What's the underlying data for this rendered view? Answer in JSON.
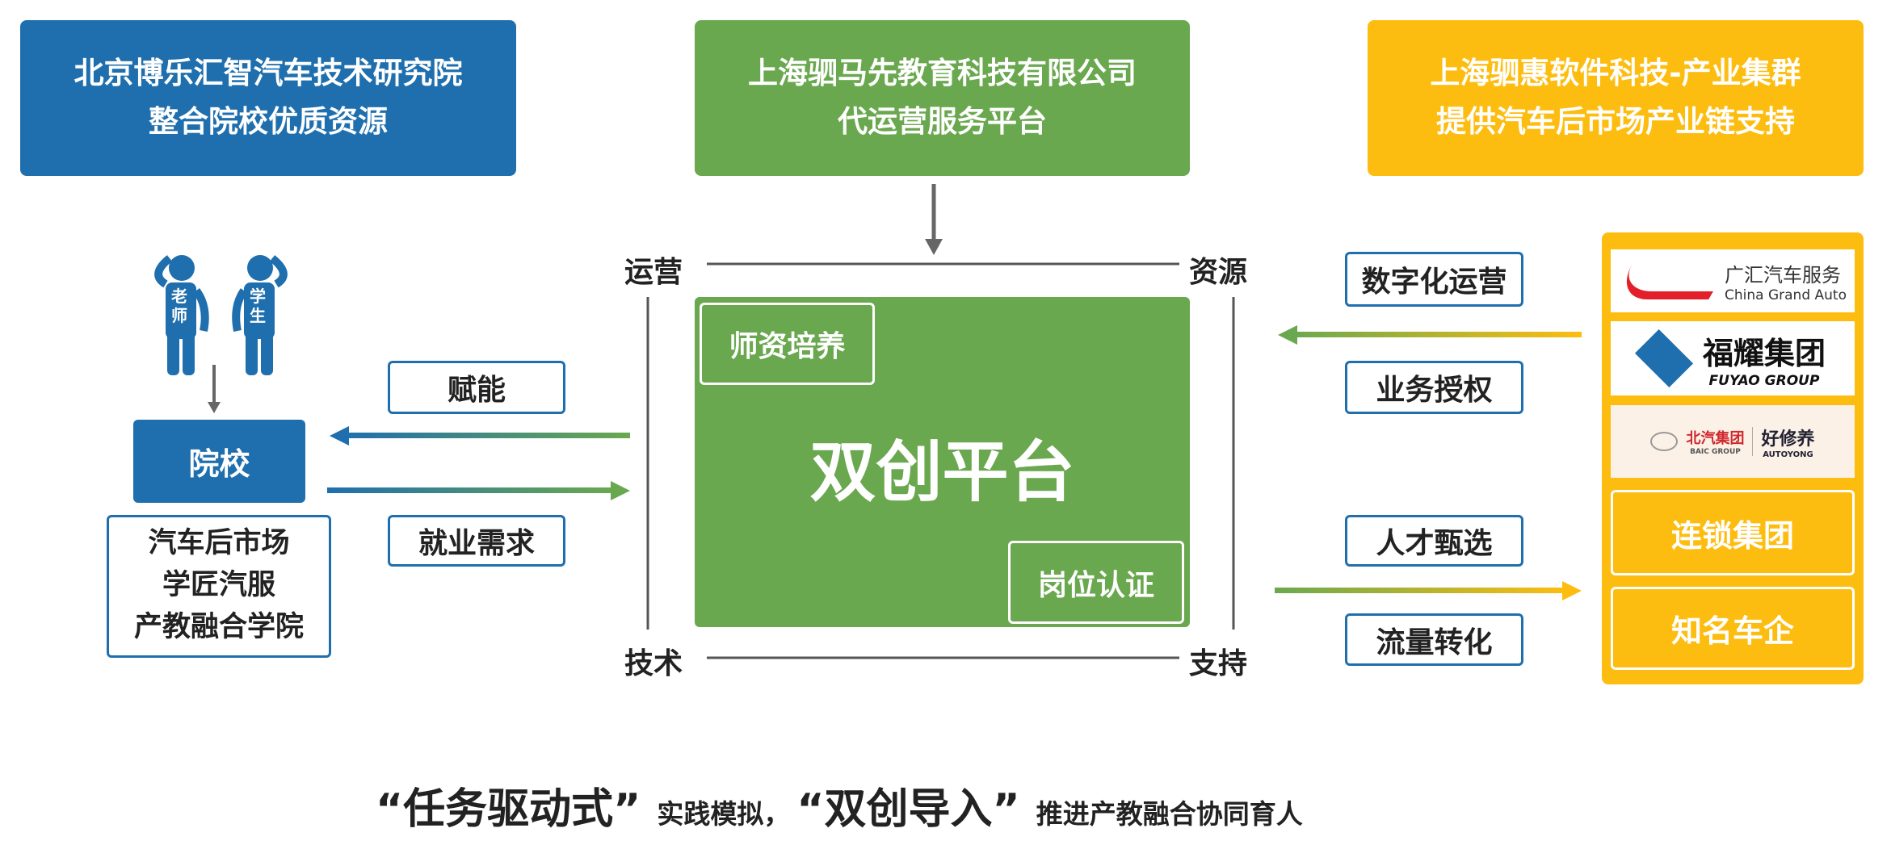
{
  "colors": {
    "blue": "#1f6fae",
    "green": "#6aa84f",
    "yellow": "#fdbd10"
  },
  "top_boxes": [
    {
      "line1": "北京博乐汇智汽车技术研究院",
      "line2": "整合院校优质资源"
    },
    {
      "line1": "上海驷马先教育科技有限公司",
      "line2": "代运营服务平台"
    },
    {
      "line1": "上海驷惠软件科技-产业集群",
      "line2": "提供汽车后市场产业链支持"
    }
  ],
  "corners": {
    "tl": "运营",
    "tr": "资源",
    "bl": "技术",
    "br": "支持"
  },
  "platform": {
    "title": "双创平台",
    "tag1": "师资培养",
    "tag2": "岗位认证"
  },
  "left": {
    "teacher": "老师",
    "student": "学生",
    "school": "院校",
    "info": [
      "汽车后市场",
      "学匠汽服",
      "产教融合学院"
    ],
    "empower": "赋能",
    "demand": "就业需求"
  },
  "right": {
    "labels": [
      "数字化运营",
      "业务授权",
      "人才甄选",
      "流量转化"
    ],
    "logos": [
      {
        "cn": "广汇汽车服务",
        "en": "China Grand Auto"
      },
      {
        "cn": "福耀集团",
        "en": "FUYAO GROUP"
      },
      {
        "cn": "北汽集团",
        "en": "BAIC GROUP",
        "cn2": "好修养",
        "en2": "AUTOYONG"
      }
    ],
    "groups": [
      "连锁集团",
      "知名车企"
    ]
  },
  "footer": {
    "q1": "“任务驱动式”",
    "t1": "实践模拟，",
    "q2": "“双创导入”",
    "t2": "推进产教融合协同育人"
  }
}
